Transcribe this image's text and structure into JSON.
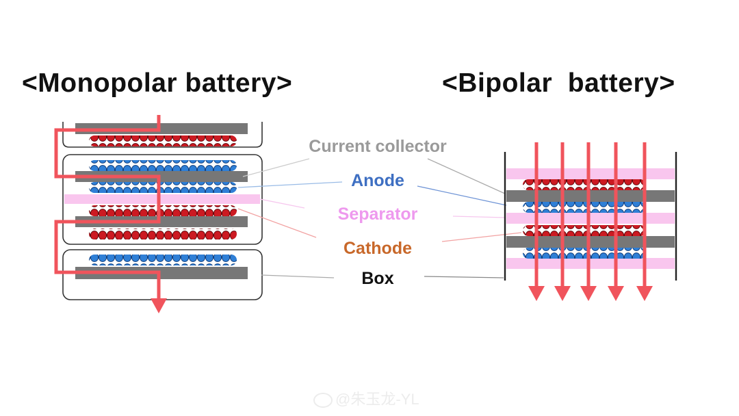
{
  "titles": {
    "monopolar": "<Monopolar battery>",
    "bipolar": "<Bipolar  battery>"
  },
  "labels": {
    "current_collector": "Current collector",
    "anode": "Anode",
    "separator": "Separator",
    "cathode": "Cathode",
    "box": "Box"
  },
  "watermark": "@朱玉龙-YL",
  "colors": {
    "anode": "#2f7fd6",
    "cathode": "#cc1a22",
    "separator": "#f9c6ee",
    "current_collector": "#777777",
    "current_flow": "#f0545c",
    "box_outline": "#333333"
  }
}
